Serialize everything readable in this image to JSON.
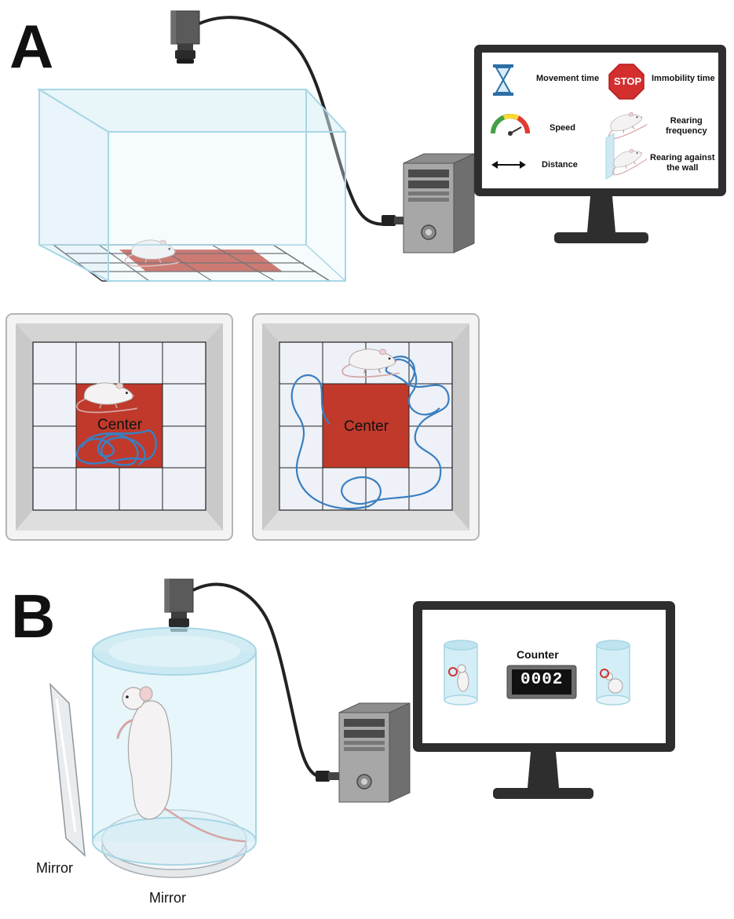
{
  "panels": {
    "a": "A",
    "b": "B"
  },
  "monitor_a": {
    "metrics": [
      {
        "label": "Movement time",
        "icon": "hourglass-icon"
      },
      {
        "label": "Immobility time",
        "icon": "stop-sign-icon",
        "badge": "STOP"
      },
      {
        "label": "Speed",
        "icon": "speedometer-icon"
      },
      {
        "label": "Rearing frequency",
        "line1": "Rearing",
        "line2": "frequency",
        "icon": "rat-rearing-icon"
      },
      {
        "label": "Distance",
        "icon": "double-arrow-icon"
      },
      {
        "label": "Rearing against the wall",
        "line1": "Rearing against",
        "line2": "the wall",
        "icon": "rat-wall-rearing-icon"
      }
    ]
  },
  "arenas": {
    "left_label": "Center",
    "right_label": "Center"
  },
  "monitor_b": {
    "title": "Counter",
    "count": "0002"
  },
  "mirrors": {
    "side": "Mirror",
    "bottom": "Mirror"
  },
  "colors": {
    "center_red": "#c0392b",
    "track_blue": "#3a7fc1",
    "screen_dark": "#2e2e2e",
    "tank_edge": "#a7d6e4"
  }
}
